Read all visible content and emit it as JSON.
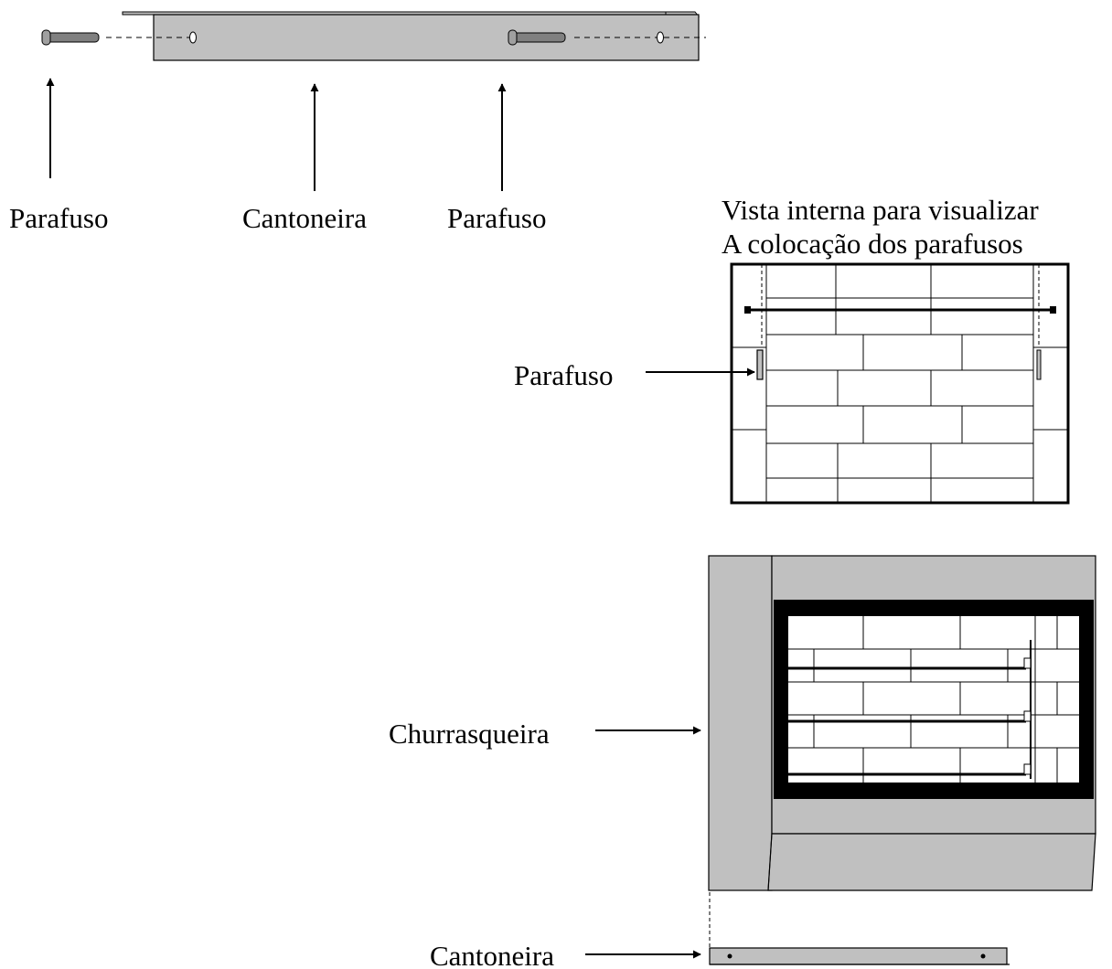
{
  "labels": {
    "top_left_screw": "Parafuso",
    "top_angle": "Cantoneira",
    "top_right_screw": "Parafuso",
    "view_line1": "Vista interna para visualizar",
    "view_line2": "A colocação dos parafusos",
    "middle_screw": "Parafuso",
    "grill": "Churrasqueira",
    "bottom_angle": "Cantoneira"
  },
  "colors": {
    "part_fill": "#c0c0c0",
    "stroke": "#000000",
    "background": "#ffffff"
  }
}
